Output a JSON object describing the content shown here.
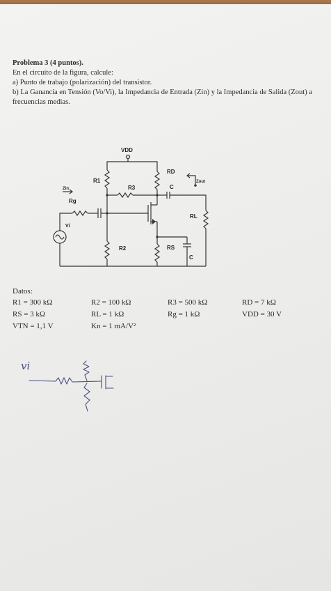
{
  "problem": {
    "title": "Problema 3 (4 puntos).",
    "intro": "En el circuito de la figura, calcule:",
    "part_a": "a) Punto de trabajo (polarización) del transistor.",
    "part_b": "b) La Ganancia en Tensión (Vo/Vi), la Impedancia de Entrada (Zin) y la Impedancia de Salida (Zout) a frecuencias medias."
  },
  "circuit": {
    "labels": {
      "vdd": "VDD",
      "r1": "R1",
      "r2": "R2",
      "r3": "R3",
      "rd": "RD",
      "rs": "RS",
      "rl": "RL",
      "rg": "Rg",
      "c_out": "C",
      "c_source": "C",
      "zin": "Zin",
      "zout": "Zout",
      "vi": "Vi"
    }
  },
  "datos": {
    "title": "Datos:",
    "rows": [
      [
        "R1 = 300 kΩ",
        "R2 = 100 kΩ",
        "R3 = 500 kΩ",
        "RD = 7 kΩ"
      ],
      [
        "RS = 3 kΩ",
        "RL = 1 kΩ",
        "Rg = 1 kΩ",
        "VDD = 30 V"
      ],
      [
        "VTN = 1,1 V",
        "Kn = 1 mA/V²",
        "",
        ""
      ]
    ]
  },
  "sketch": {
    "label": "vi"
  }
}
